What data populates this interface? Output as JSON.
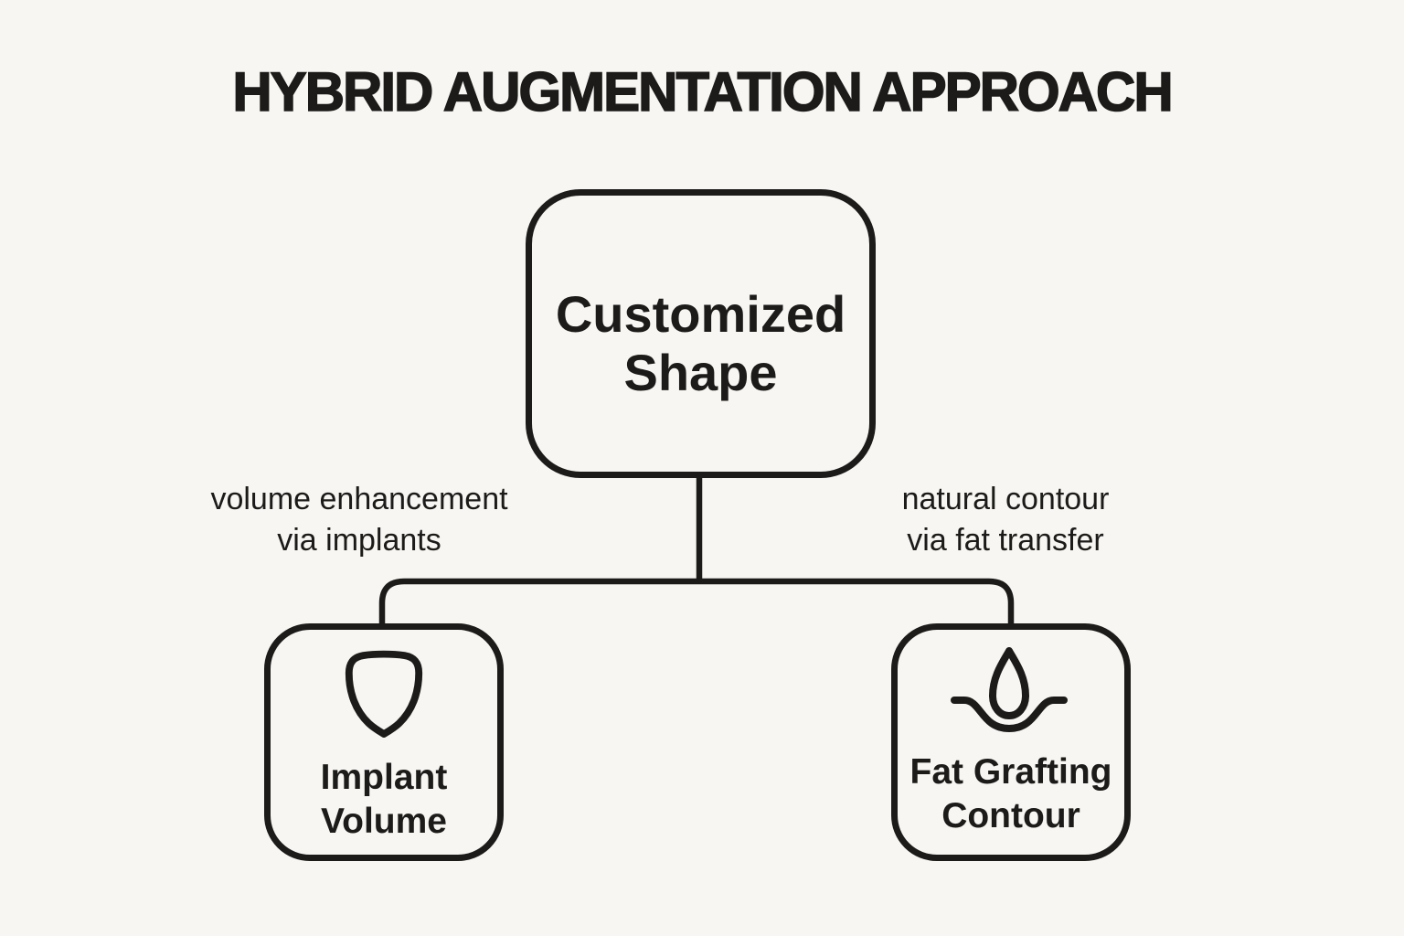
{
  "colors": {
    "background": "#f7f6f3",
    "ink": "#1c1b19"
  },
  "title": "HYBRID AUGMENTATION APPROACH",
  "root": {
    "line1": "Customized",
    "line2": "Shape"
  },
  "left_branch": {
    "note1": "volume enhancement",
    "note2": "via implants",
    "line1": "Implant",
    "line2": "Volume",
    "icon": "implant-shield-icon"
  },
  "right_branch": {
    "note1": "natural contour",
    "note2": "via fat transfer",
    "line1": "Fat Grafting",
    "line2": "Contour",
    "icon": "droplet-wave-icon"
  }
}
